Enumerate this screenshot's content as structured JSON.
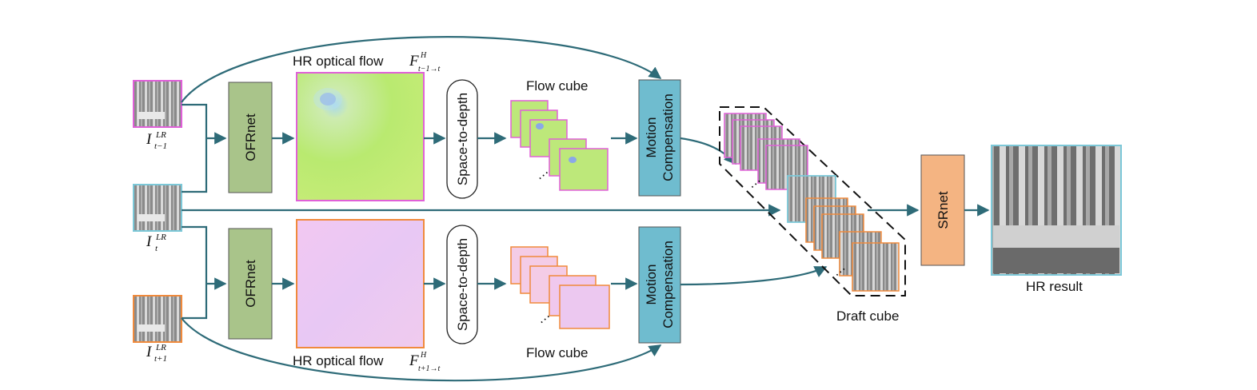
{
  "diagram": {
    "inputs": [
      {
        "main": "I",
        "sup": "LR",
        "sub": "t−1"
      },
      {
        "main": "I",
        "sup": "LR",
        "sub": "t"
      },
      {
        "main": "I",
        "sup": "LR",
        "sub": "t+1"
      }
    ],
    "ofrnet_label": "OFRnet",
    "space_to_depth_label": "Space-to-depth",
    "flow_cube_label": "Flow cube",
    "motion_comp_line1": "Motion",
    "motion_comp_line2": "Compensation",
    "hr_flow_top": {
      "text": "HR optical flow ",
      "main": "F",
      "sup": "H",
      "sub": "t−1→t"
    },
    "hr_flow_bottom": {
      "text": "HR optical flow ",
      "main": "F",
      "sup": "H",
      "sub": "t+1→t"
    },
    "draft_cube_label": "Draft cube",
    "srnet_label": "SRnet",
    "hr_result_label": "HR result",
    "ellipsis": "…",
    "colors": {
      "arrow": "#2e6b78",
      "ofrnet_fill": "#a9c48a",
      "motion_fill": "#6fbccf",
      "srnet_fill": "#f4b482",
      "magenta": "#e060d8",
      "orange": "#f08a3c",
      "cyan": "#7cc8d8",
      "green_flow": "#bde87a",
      "pink_flow": "#f0c8f0"
    }
  }
}
